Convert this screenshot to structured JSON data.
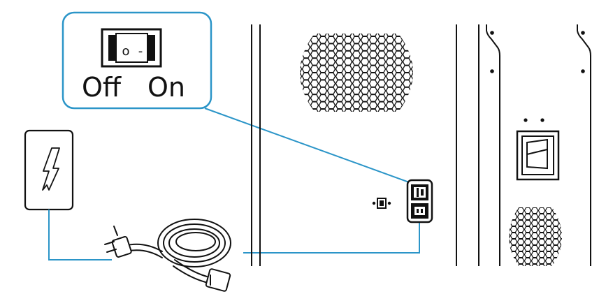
{
  "callout": {
    "off_label": "Off",
    "on_label": "On",
    "switch_off_glyph": "o",
    "switch_on_glyph": "-"
  },
  "icons": {
    "hazard": "lightning-bolt-icon",
    "power_symbol": "power-inlet-icon"
  },
  "colors": {
    "callout_line": "#2b95c8",
    "stroke": "#111111",
    "background": "#ffffff"
  }
}
